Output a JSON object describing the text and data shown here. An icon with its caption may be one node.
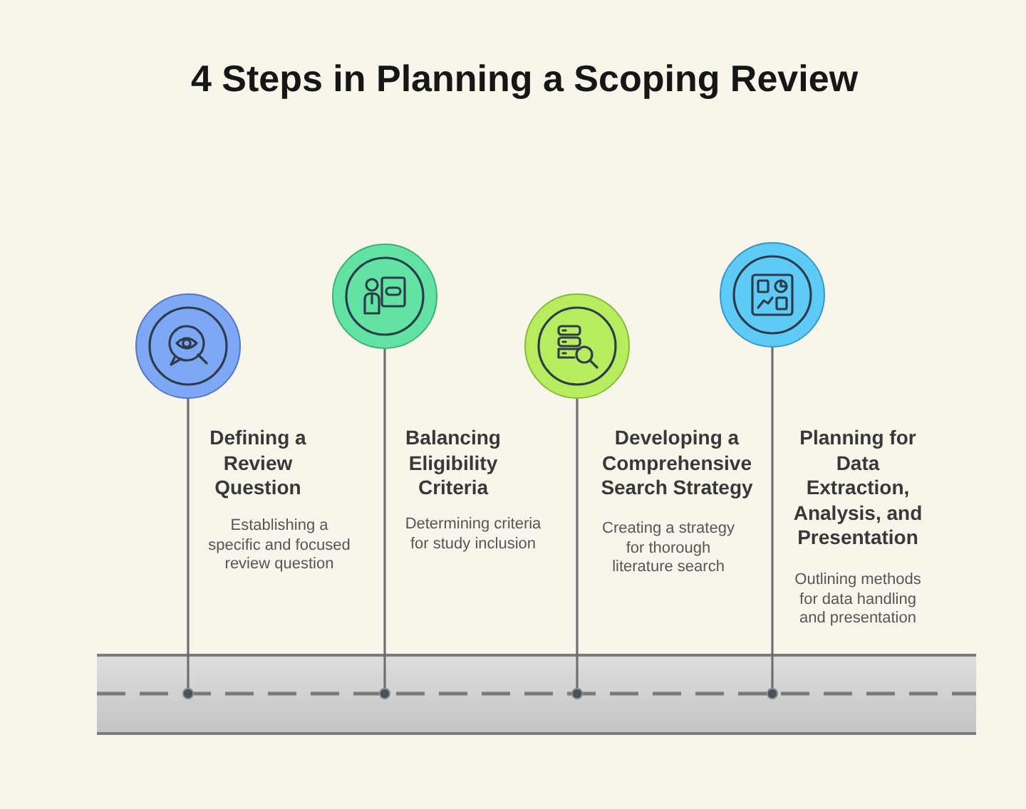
{
  "diagram": {
    "title": "4 Steps in Planning a Scoping Review",
    "nodes": [
      {
        "text": [],
        "shape": "circle",
        "beside": [
          "Defining a Review Question",
          "Establishing a specific and focused review question"
        ]
      },
      {
        "text": [],
        "shape": "circle",
        "beside": [
          "Balancing Eligibility Criteria",
          "Determining criteria for study inclusion"
        ]
      },
      {
        "text": [],
        "shape": "circle",
        "beside": [
          "Developing a Comprehensive Search Strategy",
          "Creating a strategy for thorough literature search"
        ]
      },
      {
        "text": [],
        "shape": "circle",
        "beside": [
          "Planning for Data Extraction, Analysis, and Presentation",
          "Outlining methods for data handling and presentation"
        ]
      },
      {
        "text": [],
        "shape": "bar"
      }
    ],
    "edges": [
      {
        "from": 0,
        "to": 4,
        "arrow": "other"
      },
      {
        "from": 1,
        "to": 4,
        "arrow": "other"
      },
      {
        "from": 2,
        "to": 4,
        "arrow": "other"
      },
      {
        "from": 3,
        "to": 4,
        "arrow": "other"
      }
    ]
  }
}
